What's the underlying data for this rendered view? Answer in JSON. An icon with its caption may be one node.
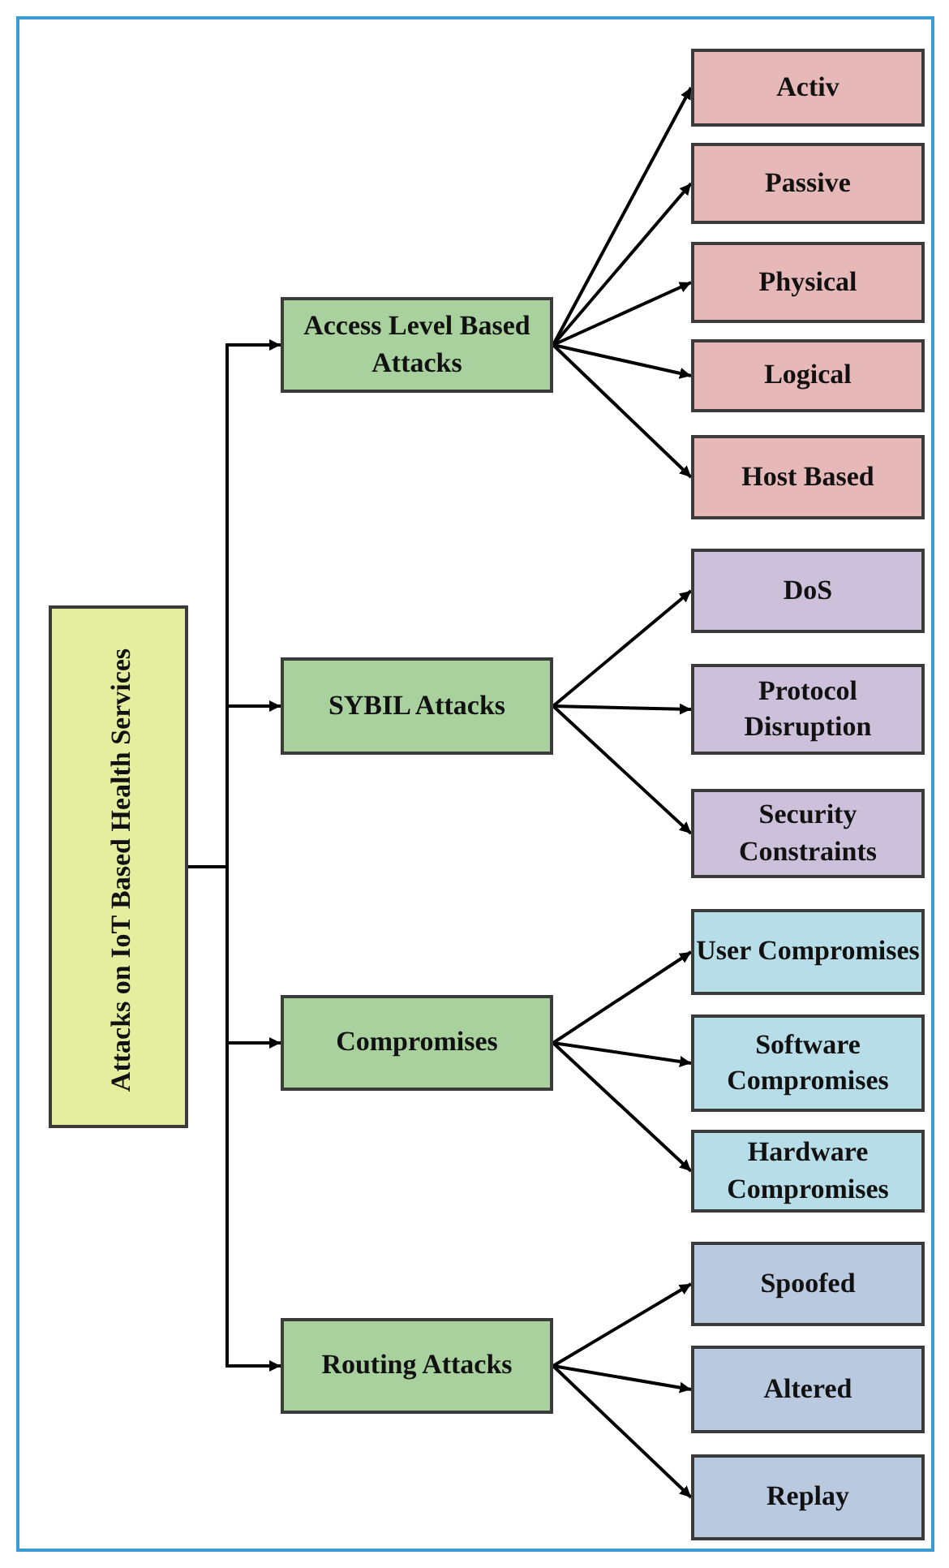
{
  "diagram": {
    "nodes": [
      {
        "text": [
          "Attacks on IoT Based Health Services"
        ]
      },
      {
        "text": [
          "Access Level Based Attacks"
        ]
      },
      {
        "text": [
          "Activ"
        ]
      },
      {
        "text": [
          "Passive"
        ]
      },
      {
        "text": [
          "Physical"
        ]
      },
      {
        "text": [
          "Logical"
        ]
      },
      {
        "text": [
          "Host Based"
        ]
      },
      {
        "text": [
          "SYBIL Attacks"
        ]
      },
      {
        "text": [
          "DoS"
        ]
      },
      {
        "text": [
          "Protocol Disruption"
        ]
      },
      {
        "text": [
          "Security Constraints"
        ]
      },
      {
        "text": [
          "Compromises"
        ]
      },
      {
        "text": [
          "User Compromises"
        ]
      },
      {
        "text": [
          "Software Compromises"
        ]
      },
      {
        "text": [
          "Hardware Compromises"
        ]
      },
      {
        "text": [
          "Routing Attacks"
        ]
      },
      {
        "text": [
          "Spoofed"
        ]
      },
      {
        "text": [
          "Altered"
        ]
      },
      {
        "text": [
          "Replay"
        ]
      }
    ],
    "edges": [
      {
        "from": 0,
        "to": 1,
        "arrow": "to"
      },
      {
        "from": 0,
        "to": 7,
        "arrow": "to"
      },
      {
        "from": 0,
        "to": 11,
        "arrow": "to"
      },
      {
        "from": 0,
        "to": 15,
        "arrow": "to"
      },
      {
        "from": 1,
        "to": 2,
        "arrow": "to"
      },
      {
        "from": 1,
        "to": 3,
        "arrow": "to"
      },
      {
        "from": 1,
        "to": 4,
        "arrow": "to"
      },
      {
        "from": 1,
        "to": 5,
        "arrow": "to"
      },
      {
        "from": 1,
        "to": 6,
        "arrow": "to"
      },
      {
        "from": 7,
        "to": 8,
        "arrow": "to"
      },
      {
        "from": 7,
        "to": 9,
        "arrow": "to"
      },
      {
        "from": 7,
        "to": 10,
        "arrow": "to"
      },
      {
        "from": 11,
        "to": 12,
        "arrow": "to"
      },
      {
        "from": 11,
        "to": 13,
        "arrow": "to"
      },
      {
        "from": 11,
        "to": 14,
        "arrow": "to"
      },
      {
        "from": 15,
        "to": 16,
        "arrow": "to"
      },
      {
        "from": 15,
        "to": 17,
        "arrow": "to"
      },
      {
        "from": 15,
        "to": 18,
        "arrow": "to"
      }
    ]
  }
}
